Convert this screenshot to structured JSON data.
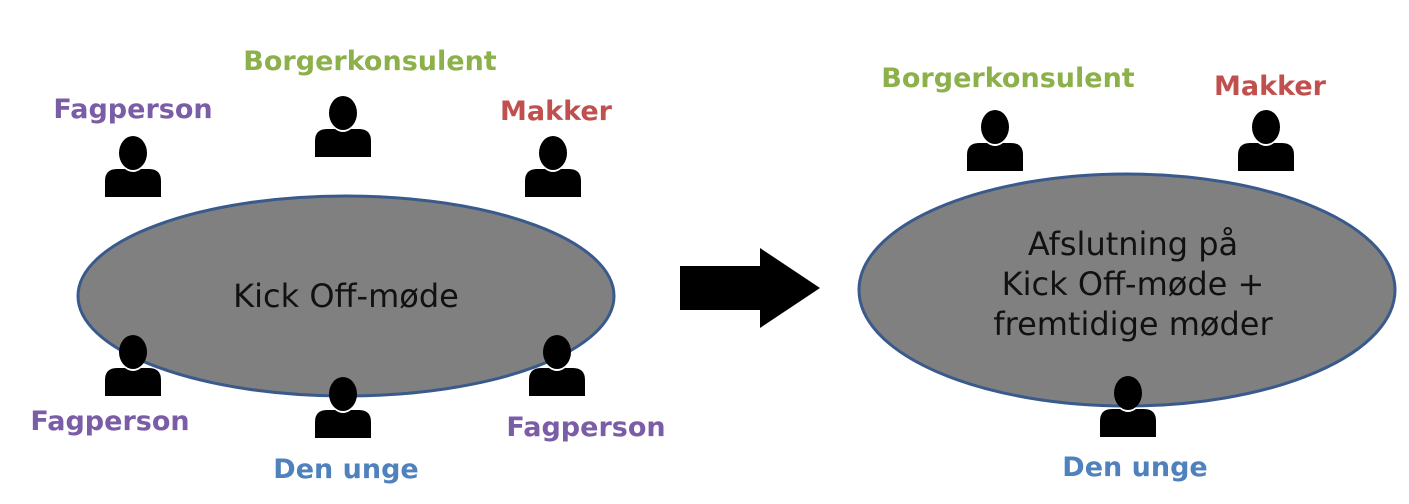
{
  "colors": {
    "fagperson": "#7b5ca6",
    "borgerkonsulent": "#8cb04a",
    "makker": "#c0504d",
    "den_unge": "#4f81bd",
    "table_fill": "#808080",
    "table_stroke": "#3a5a8c",
    "person": "#000000",
    "arrow": "#000000"
  },
  "left_table": {
    "label": "Kick Off-møde",
    "roles": {
      "fagperson_top": "Fagperson",
      "borgerkonsulent": "Borgerkonsulent",
      "makker": "Makker",
      "fagperson_bottom_left": "Fagperson",
      "den_unge": "Den unge",
      "fagperson_bottom_right": "Fagperson"
    }
  },
  "right_table": {
    "label_lines": [
      "Afslutning på",
      "Kick Off-møde +",
      "fremtidige møder"
    ],
    "roles": {
      "borgerkonsulent": "Borgerkonsulent",
      "makker": "Makker",
      "den_unge": "Den unge"
    }
  },
  "icons": [
    "person-icon",
    "arrow-right-icon"
  ]
}
